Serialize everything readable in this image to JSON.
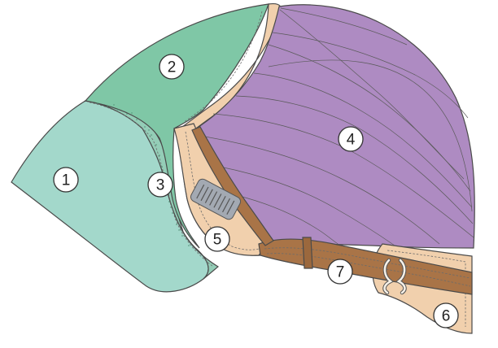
{
  "diagram": {
    "colors": {
      "part_1": "#a3d8cb",
      "part_2": "#7fc7a6",
      "part_3_lace_edge": "#94cdb7",
      "part_4": "#ae8bc2",
      "part_4_lines": "#5a4a68",
      "parts_5_6_backing": "#f1d0ad",
      "part_7_strap": "#a97447",
      "clip": "#a3a9b2"
    },
    "labels": [
      {
        "id": "part-1",
        "text": "1"
      },
      {
        "id": "part-2",
        "text": "2"
      },
      {
        "id": "part-3",
        "text": "3"
      },
      {
        "id": "part-4",
        "text": "4"
      },
      {
        "id": "part-5",
        "text": "5"
      },
      {
        "id": "part-6",
        "text": "6"
      },
      {
        "id": "part-7",
        "text": "7"
      }
    ],
    "icons": [
      "wig-clip-icon",
      "strap-hook-icon"
    ]
  }
}
